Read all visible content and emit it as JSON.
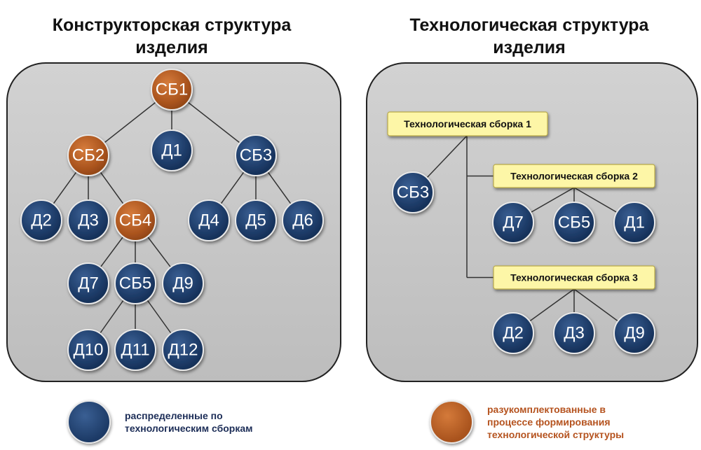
{
  "titles": {
    "left": "Конструкторская структура изделия",
    "right": "Технологическая структура изделия"
  },
  "colors": {
    "node_blue": "#1c3a66",
    "node_orange": "#a9531d",
    "panel": "#c8c8c8",
    "box_fill": "#fdf6a7",
    "legend_blue_text": "#1c2d57",
    "legend_orange_text": "#b5531f"
  },
  "left_tree": {
    "nodes": [
      {
        "id": "sb1",
        "label": "СБ1",
        "kind": "orange"
      },
      {
        "id": "d1",
        "label": "Д1",
        "kind": "blue"
      },
      {
        "id": "sb2",
        "label": "СБ2",
        "kind": "orange"
      },
      {
        "id": "sb3",
        "label": "СБ3",
        "kind": "blue"
      },
      {
        "id": "d2",
        "label": "Д2",
        "kind": "blue"
      },
      {
        "id": "d3",
        "label": "Д3",
        "kind": "blue"
      },
      {
        "id": "sb4",
        "label": "СБ4",
        "kind": "orange"
      },
      {
        "id": "d4",
        "label": "Д4",
        "kind": "blue"
      },
      {
        "id": "d5",
        "label": "Д5",
        "kind": "blue"
      },
      {
        "id": "d6",
        "label": "Д6",
        "kind": "blue"
      },
      {
        "id": "d7",
        "label": "Д7",
        "kind": "blue"
      },
      {
        "id": "sb5",
        "label": "СБ5",
        "kind": "blue"
      },
      {
        "id": "d9",
        "label": "Д9",
        "kind": "blue"
      },
      {
        "id": "d10",
        "label": "Д10",
        "kind": "blue"
      },
      {
        "id": "d11",
        "label": "Д11",
        "kind": "blue"
      },
      {
        "id": "d12",
        "label": "Д12",
        "kind": "blue"
      }
    ],
    "edges": [
      [
        "sb1",
        "sb2"
      ],
      [
        "sb1",
        "d1"
      ],
      [
        "sb1",
        "sb3"
      ],
      [
        "sb2",
        "d2"
      ],
      [
        "sb2",
        "d3"
      ],
      [
        "sb2",
        "sb4"
      ],
      [
        "sb3",
        "d4"
      ],
      [
        "sb3",
        "d5"
      ],
      [
        "sb3",
        "d6"
      ],
      [
        "sb4",
        "d7"
      ],
      [
        "sb4",
        "sb5"
      ],
      [
        "sb4",
        "d9"
      ],
      [
        "sb5",
        "d10"
      ],
      [
        "sb5",
        "d11"
      ],
      [
        "sb5",
        "d12"
      ]
    ]
  },
  "right_tree": {
    "boxes": [
      {
        "id": "ts1",
        "label": "Технологическая сборка 1"
      },
      {
        "id": "ts2",
        "label": "Технологическая сборка 2"
      },
      {
        "id": "ts3",
        "label": "Технологическая сборка 3"
      }
    ],
    "nodes": [
      {
        "id": "r_sb3",
        "label": "СБ3",
        "kind": "blue"
      },
      {
        "id": "r_d7",
        "label": "Д7",
        "kind": "blue"
      },
      {
        "id": "r_sb5",
        "label": "СБ5",
        "kind": "blue"
      },
      {
        "id": "r_d1",
        "label": "Д1",
        "kind": "blue"
      },
      {
        "id": "r_d2",
        "label": "Д2",
        "kind": "blue"
      },
      {
        "id": "r_d3",
        "label": "Д3",
        "kind": "blue"
      },
      {
        "id": "r_d9",
        "label": "Д9",
        "kind": "blue"
      }
    ],
    "edges": [
      [
        "ts2",
        "r_d7"
      ],
      [
        "ts2",
        "r_sb5"
      ],
      [
        "ts2",
        "r_d1"
      ],
      [
        "ts3",
        "r_d2"
      ],
      [
        "ts3",
        "r_d3"
      ],
      [
        "ts3",
        "r_d9"
      ]
    ]
  },
  "legend": {
    "blue": "распределенные по технологическим сборкам",
    "orange": "разукомплектованные в процессе формирования технологической структуры"
  }
}
